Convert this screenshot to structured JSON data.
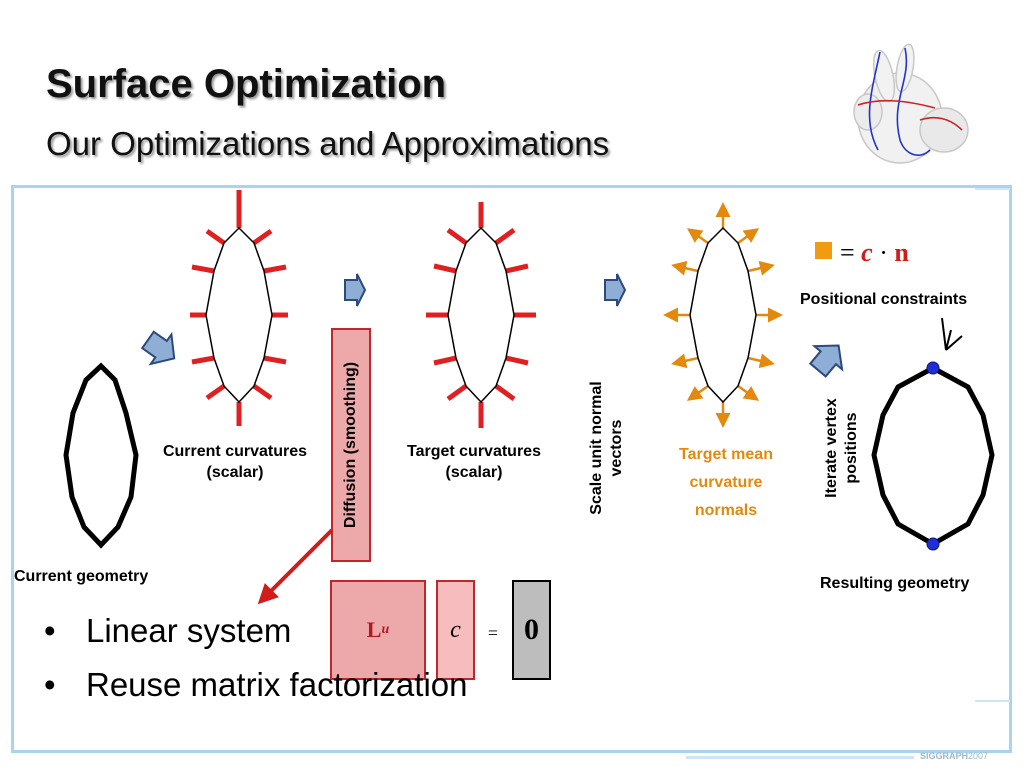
{
  "slide": {
    "title": "Surface Optimization",
    "subtitle": "Our Optimizations and Approximations"
  },
  "labels": {
    "current_geometry": "Current geometry",
    "current_curvatures_line1": "Current curvatures",
    "current_curvatures_line2": "(scalar)",
    "diffusion": "Diffusion (smoothing)",
    "target_curvatures_line1": "Target curvatures",
    "target_curvatures_line2": "(scalar)",
    "scale_normals_line1": "Scale unit normal",
    "scale_normals_line2": "vectors",
    "target_mean_line1": "Target mean",
    "target_mean_line2": "curvature",
    "target_mean_line3": "normals",
    "iterate_line1": "Iterate vertex",
    "iterate_line2": "positions",
    "positional_constraints": "Positional constraints",
    "resulting_geometry": "Resulting geometry"
  },
  "formula": {
    "equals": "=",
    "c": "c",
    "dot": "·",
    "n": "n"
  },
  "system": {
    "matrix": "L",
    "matrix_sub": "u",
    "vector": "c",
    "equals": "=",
    "rhs": "0"
  },
  "bullets": [
    "Linear system",
    "Reuse matrix factorization"
  ],
  "footer": {
    "brand": "SIGGRAPH",
    "year": "2007"
  },
  "colors": {
    "curvature_red": "#e02020",
    "normal_orange": "#e3890d",
    "arrow_blue": "#8eaed6",
    "constraint_blue": "#1f2fd6",
    "frame_blue": "#a9d3ee"
  }
}
